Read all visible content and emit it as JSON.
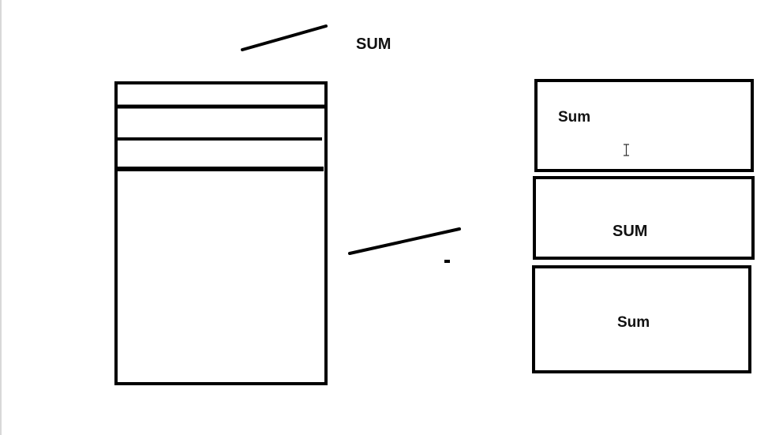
{
  "labels": {
    "top": "SUM",
    "box1": "Sum",
    "box2": "SUM",
    "box3": "Sum"
  },
  "colors": {
    "stroke": "#000000",
    "background": "#ffffff"
  },
  "icons": {
    "cursor": "text-cursor-icon"
  }
}
